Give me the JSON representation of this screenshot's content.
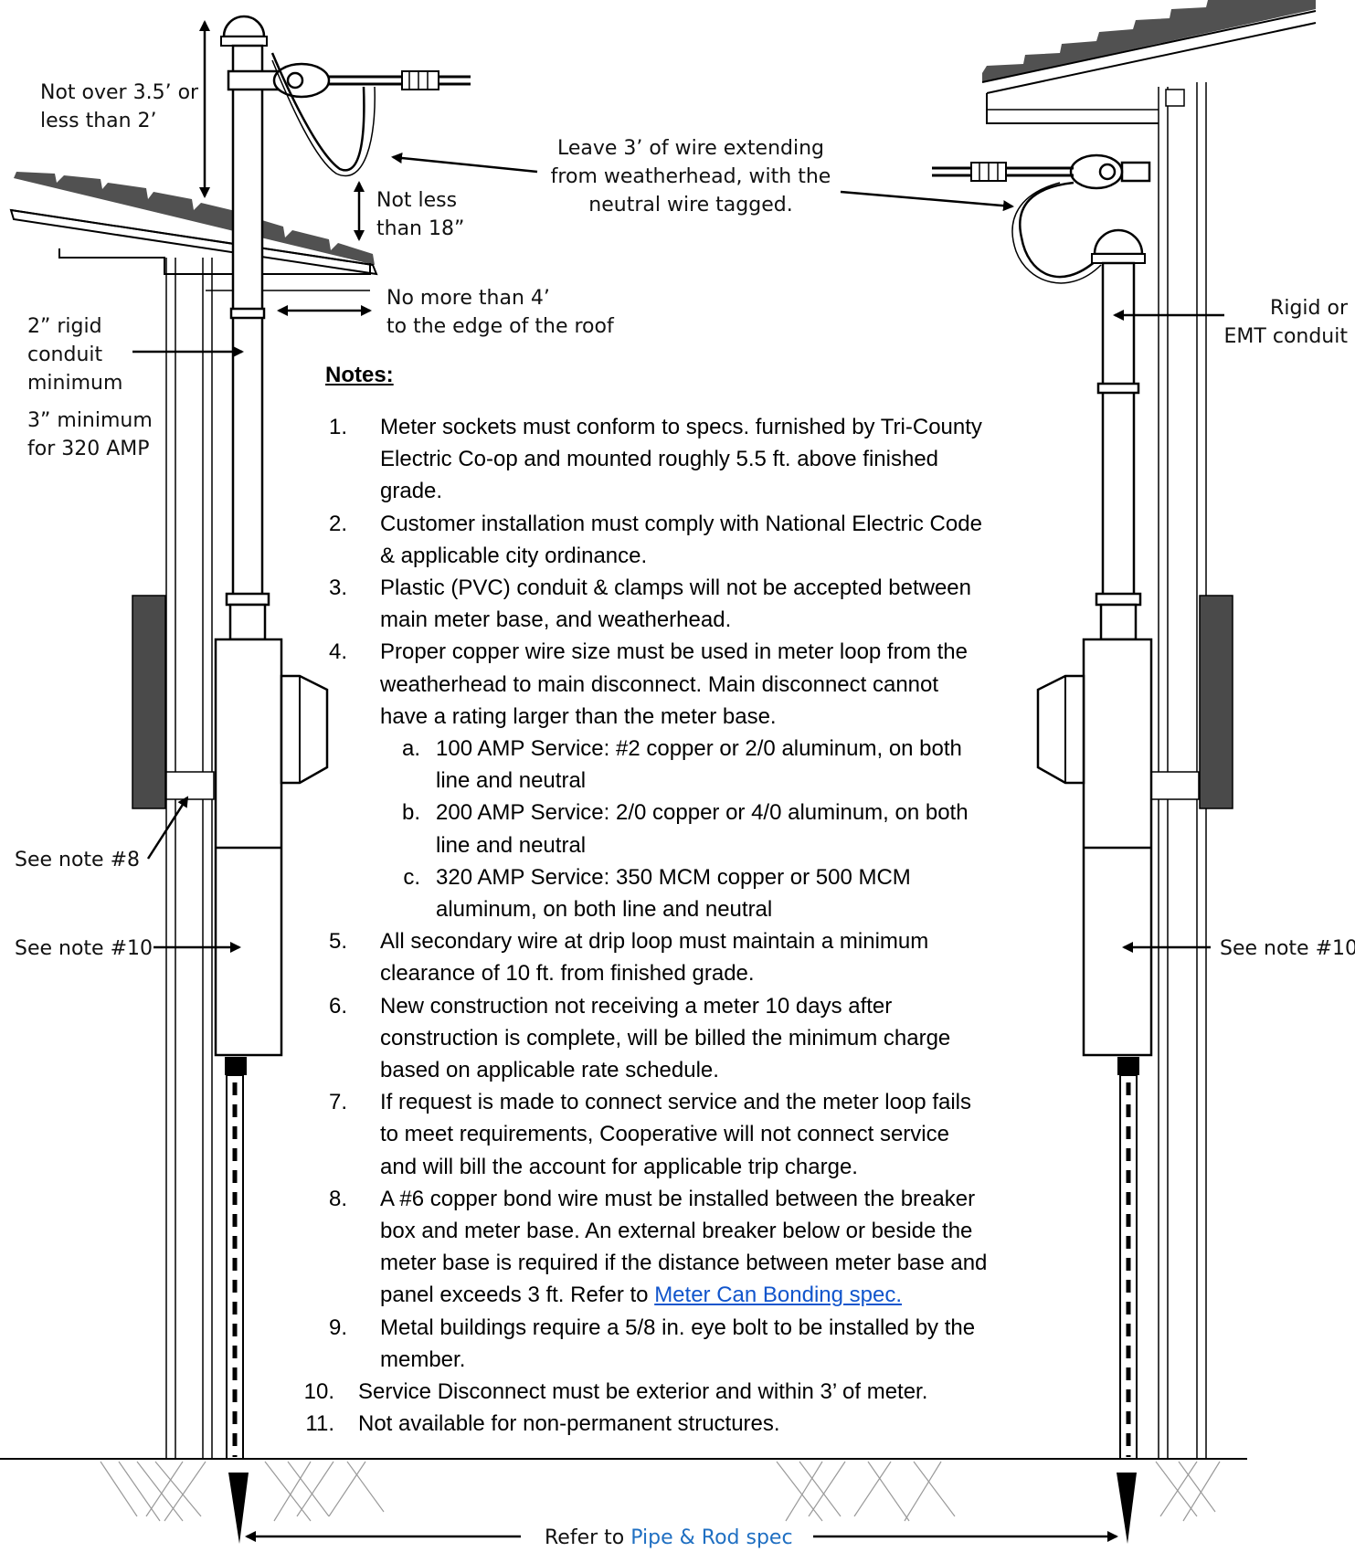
{
  "labels": {
    "height_weatherhead": [
      "Not over 3.5’ or",
      "less than 2’"
    ],
    "drip_clearance": [
      "Not less",
      "than 18”"
    ],
    "leave_wire": [
      "Leave 3’ of wire extending",
      "from weatherhead, with the",
      "neutral wire tagged."
    ],
    "roof_edge": [
      "No more than 4’",
      "to the edge of the roof"
    ],
    "rigid_conduit": [
      "2” rigid",
      "conduit",
      "minimum"
    ],
    "min_320": [
      "3” minimum",
      "for 320 AMP"
    ],
    "rigid_emt": [
      "Rigid or",
      "EMT conduit"
    ],
    "see_note_8": "See note #8",
    "see_note_10_left": "See note #10",
    "see_note_10_right": "See note #10",
    "refer_prefix": "Refer to",
    "refer_link": "Pipe &  Rod spec"
  },
  "notes": {
    "title": "Notes:",
    "items": [
      {
        "num": "1.",
        "lines": [
          "Meter sockets must conform to specs. furnished by Tri-County",
          "Electric Co-op and mounted roughly 5.5 ft. above finished",
          "grade."
        ]
      },
      {
        "num": "2.",
        "lines": [
          "Customer installation must comply with National Electric Code",
          "& applicable city ordinance."
        ]
      },
      {
        "num": "3.",
        "lines": [
          "Plastic (PVC) conduit & clamps will not be accepted between",
          "main meter base, and weatherhead."
        ]
      },
      {
        "num": "4.",
        "lines": [
          "Proper copper wire size must be used in meter loop from the",
          "weatherhead to main disconnect. Main disconnect cannot",
          "have a rating larger than the meter base."
        ]
      },
      {
        "num": "a.",
        "sub": true,
        "lines": [
          "100 AMP Service: #2 copper or 2/0 aluminum, on both",
          "line and neutral"
        ]
      },
      {
        "num": "b.",
        "sub": true,
        "lines": [
          "200 AMP Service: 2/0 copper or 4/0 aluminum, on both",
          "line and neutral"
        ]
      },
      {
        "num": "c.",
        "sub": true,
        "lines": [
          "320 AMP Service: 350 MCM copper or 500 MCM",
          "aluminum, on both line and neutral"
        ]
      },
      {
        "num": "5.",
        "lines": [
          "All secondary wire at drip loop must maintain a minimum",
          "clearance of 10 ft. from finished grade."
        ]
      },
      {
        "num": "6.",
        "lines": [
          "New construction not receiving a meter 10 days after",
          "construction is complete, will be billed the minimum charge",
          "based on applicable rate schedule."
        ]
      },
      {
        "num": "7.",
        "lines": [
          "If request is made to connect service and the meter loop fails",
          "to meet requirements, Cooperative will not connect service",
          "and will bill the account for applicable trip charge."
        ]
      },
      {
        "num": "8.",
        "lines": [
          "A #6 copper bond wire must be installed between the breaker",
          "box and meter base. An external breaker below or beside the",
          "meter base is required if the distance between meter base and"
        ],
        "last_prefix": "panel exceeds 3 ft. Refer to ",
        "last_link": "Meter Can Bonding spec."
      },
      {
        "num": "9.",
        "lines": [
          "Metal buildings require a 5/8 in. eye bolt to be installed by the",
          "member."
        ]
      },
      {
        "num": "10.",
        "lines": [
          "Service Disconnect must be exterior and within 3’ of meter."
        ]
      },
      {
        "num": "11.",
        "lines": [
          "Not available for non-permanent structures."
        ]
      }
    ]
  }
}
